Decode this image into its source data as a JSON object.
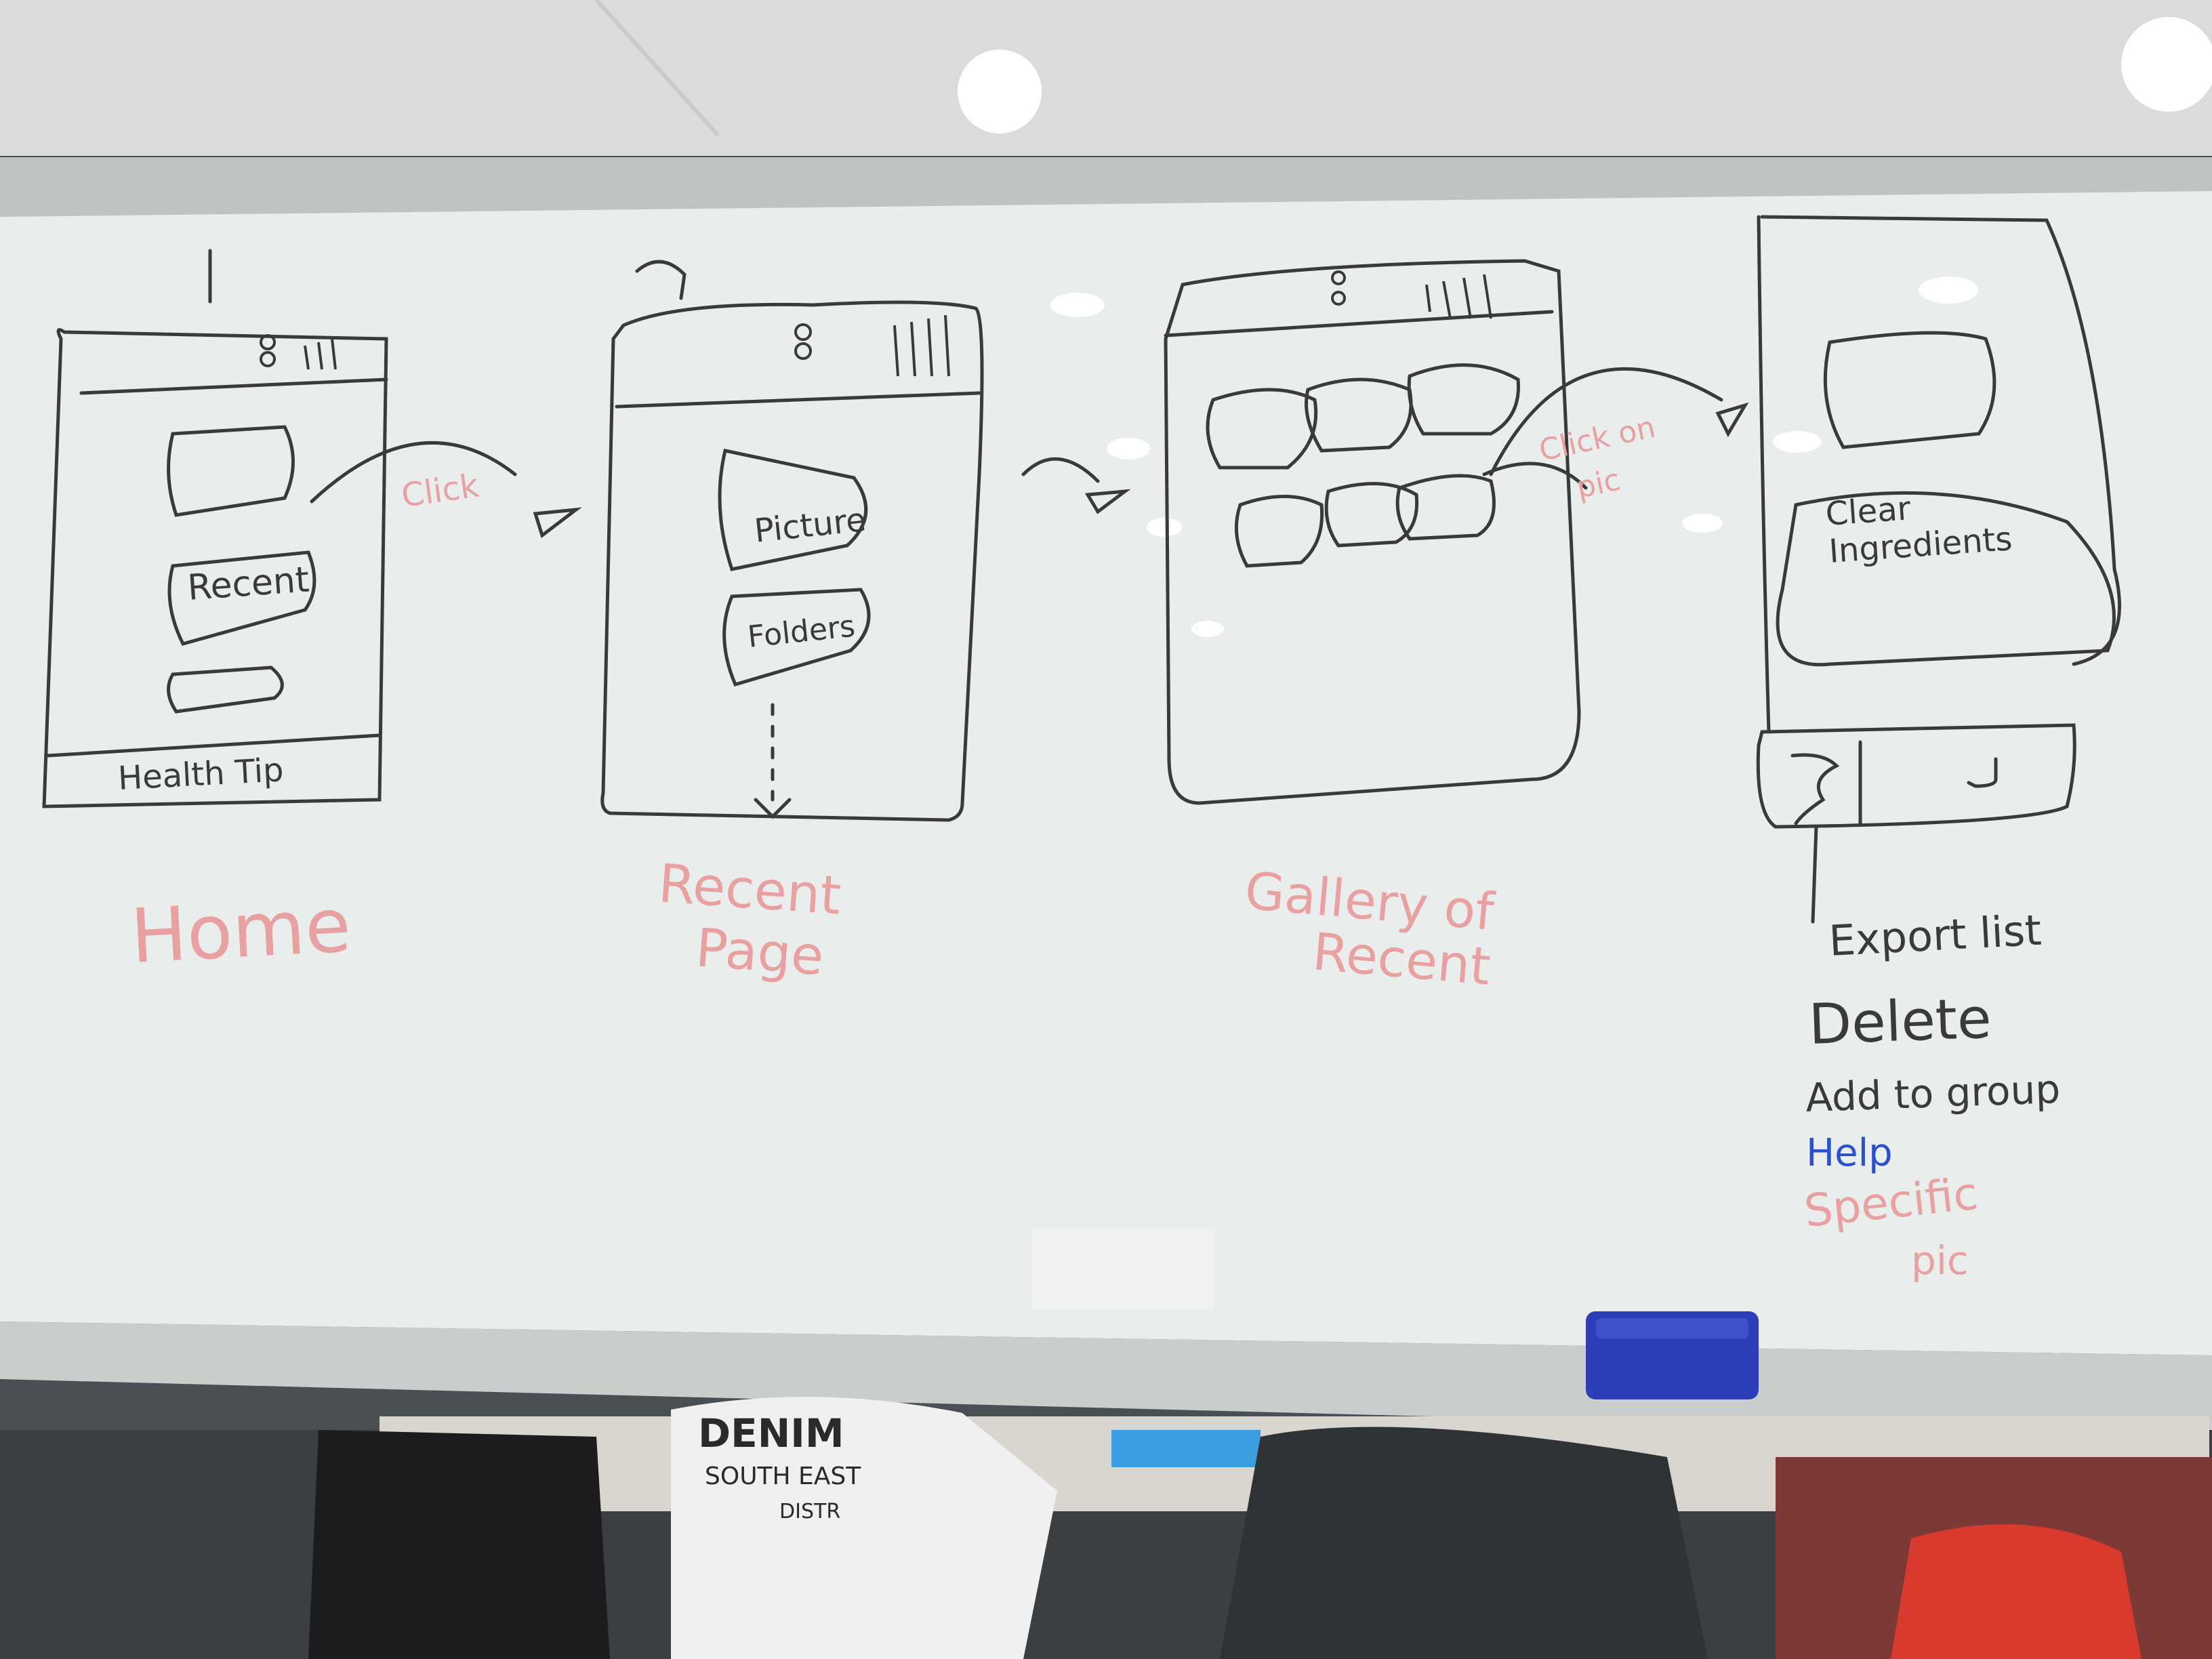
{
  "whiteboard": {
    "screens": [
      {
        "caption": "Home",
        "labels": [
          "Recent",
          "Health Tip"
        ],
        "arrow_label": "Click"
      },
      {
        "caption_line1": "Recent",
        "caption_line2": "Page",
        "labels": [
          "Picture",
          "Folders"
        ]
      },
      {
        "caption_line1": "Gallery of",
        "caption_line2": "Recent",
        "arrow_label_line1": "Click on",
        "arrow_label_line2": "pic"
      },
      {
        "labels_line1": "Clear",
        "labels_line2": "Ingredients"
      }
    ],
    "side_notes": {
      "black": [
        "Export list",
        "Delete",
        "Add to group"
      ],
      "blue": "Help",
      "red_line1": "Specific",
      "red_line2": "pic"
    }
  },
  "background": {
    "tshirt_text_line1": "DENIM",
    "tshirt_text_line2": "SOUTH EAST",
    "tshirt_text_line3": "DISTR"
  },
  "colors": {
    "board": "#e9eeec",
    "marker_black": "#3a3a3a",
    "marker_red": "#e8a0a0",
    "marker_blue": "#2a4fd0",
    "eraser": "#2d3fb8"
  }
}
